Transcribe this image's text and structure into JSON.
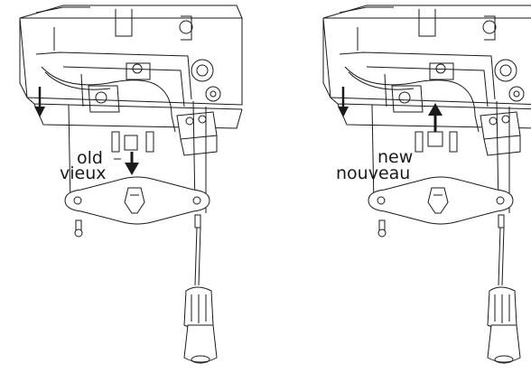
{
  "figure": {
    "left_panel": {
      "label_top": "old",
      "label_bottom": "vieux"
    },
    "right_panel": {
      "label_top": "new",
      "label_bottom": "nouveau"
    }
  },
  "colors": {
    "ink": "#1a1a1a",
    "background": "#ffffff"
  }
}
